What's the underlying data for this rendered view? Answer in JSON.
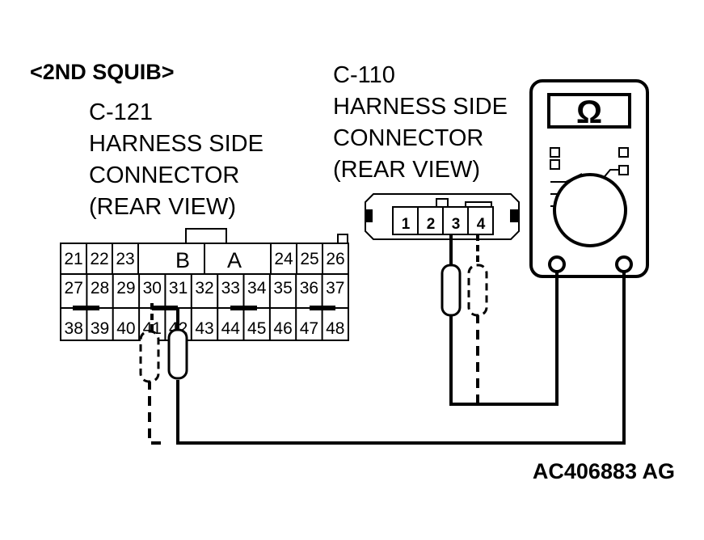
{
  "title": "<2ND SQUIB>",
  "left_connector": {
    "code": "C-121",
    "lines": [
      "HARNESS SIDE",
      "CONNECTOR",
      "(REAR VIEW)"
    ],
    "row1_left": [
      "21",
      "22",
      "23"
    ],
    "row1_mid": [
      "B",
      "A"
    ],
    "row1_right": [
      "24",
      "25",
      "26"
    ],
    "row2": [
      "27",
      "28",
      "29",
      "30",
      "31",
      "32",
      "33",
      "34",
      "35",
      "36",
      "37"
    ],
    "row3": [
      "38",
      "39",
      "40",
      "41",
      "42",
      "43",
      "44",
      "45",
      "46",
      "47",
      "48"
    ]
  },
  "right_connector": {
    "code": "C-110",
    "lines": [
      "HARNESS SIDE",
      "CONNECTOR",
      "(REAR VIEW)"
    ],
    "pins": [
      "1",
      "2",
      "3",
      "4"
    ]
  },
  "meter": {
    "symbol": "Ω",
    "icon": "ohmmeter-icon"
  },
  "figure_id": "AC406883 AG"
}
